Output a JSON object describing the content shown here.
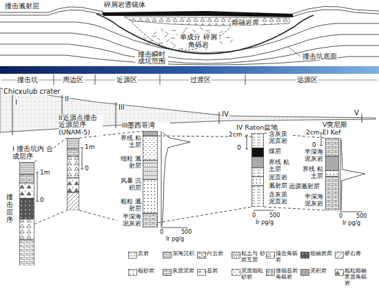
{
  "diagram": {
    "nodes": [
      {
        "text": [
          "I 撞击坑内 合成层序"
        ]
      },
      {
        "text": [
          "II近源点撞击 近源层序 (UNAM-5)"
        ]
      },
      {
        "text": [
          "III墨西哥湾"
        ]
      },
      {
        "text": [
          "IV Raton盆地"
        ]
      },
      {
        "text": [
          "V突尼斯 El Kef"
        ]
      }
    ],
    "edges": [
      {
        "from": 0,
        "to": 1,
        "arrow": "none"
      },
      {
        "from": 0,
        "to": 1,
        "arrow": "none"
      },
      {
        "from": 1,
        "to": 2,
        "arrow": "none"
      },
      {
        "from": 1,
        "to": 2,
        "arrow": "none"
      },
      {
        "from": 2,
        "to": 3,
        "arrow": "none"
      },
      {
        "from": 2,
        "to": 3,
        "arrow": "none"
      },
      {
        "from": 3,
        "to": 4,
        "arrow": "none"
      },
      {
        "from": 3,
        "to": 4,
        "arrow": "none"
      }
    ],
    "labels": [
      "撞击溅射层",
      "碎屑岩透镜体",
      "熔融岩席",
      "单成分 碎屑角砾岩",
      "撞击瞬时 成坑范围",
      "撞击坑底面",
      "撞击坑",
      "周边区",
      "近源区",
      "过渡区",
      "远源区",
      "Chicxulub crater",
      "I",
      "II",
      "III",
      "IV",
      "V",
      "撞击层序",
      "1m",
      "0",
      "1m",
      "0",
      "界线 粘土层",
      "细粒 溅射层",
      "风暴 沉积层",
      "粗粒 溅射层",
      "半深海 泥灰岩",
      "0",
      "500",
      "Ir pg/g",
      "2cm",
      "0",
      "含灰质 泥页岩",
      "煤层",
      "界线 粘土层",
      "泥页岩",
      "溅射层",
      "含灰质 泥页岩",
      "0",
      "500",
      "Ir pg/g",
      "2cm",
      "0",
      "半深海 泥灰岩",
      "界线 粘土层",
      "远源溅射层",
      "半深海 泥灰岩",
      "0",
      "500",
      "Ir pg/g"
    ],
    "legend": [
      {
        "text": "页岩"
      },
      {
        "text": "深海沉积"
      },
      {
        "text": "白云岩"
      },
      {
        "text": "粘土与 砂岩互层"
      },
      {
        "text": "撞击角砾岩"
      },
      {
        "text": "熔融岩席"
      },
      {
        "text": "硬石膏"
      },
      {
        "text": "粗砂岩"
      },
      {
        "text": "灰质泥岩"
      },
      {
        "text": "基岩"
      },
      {
        "text": "泥质细粒砂岩"
      },
      {
        "text": "微细基岩角砾岩"
      },
      {
        "text": "泥积岩"
      },
      {
        "text": "粗粒熔融 富质角砾岩"
      }
    ]
  }
}
